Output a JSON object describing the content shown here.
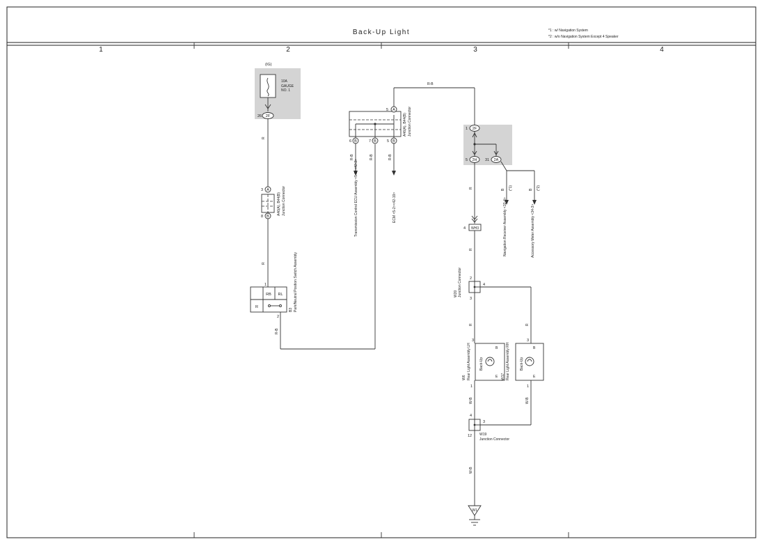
{
  "title": "Back-Up Light",
  "notes": [
    "*1 : w/ Navigation System",
    "*2 : w/o Navigation System Except 4 Speaker"
  ],
  "columns": [
    "1",
    "2",
    "3",
    "4"
  ],
  "fuse": {
    "supply": "(IG)",
    "rating": "10A",
    "name1": "GAUGE",
    "name2": "NO. 1",
    "pin": "26",
    "conn": "2F"
  },
  "jc_a46_left": {
    "pin_top": "3",
    "conn_top": "A",
    "pin_bottom": "8",
    "conn_bottom": "B",
    "label": "A46(A), B44(B)",
    "desc": "Junction Connector"
  },
  "switch_b3": {
    "id": "B3",
    "desc": "Park/Neutral Position Switch Assembly",
    "pin_top": "1",
    "pin_bottom": "2",
    "cells": [
      "RB",
      "RL",
      "R"
    ]
  },
  "jc_a46_right": {
    "label": "A46(A), B44(B)",
    "desc": "Junction Connector",
    "pin_top": "5",
    "conn_top": "A",
    "pins": [
      "6",
      "7",
      "5"
    ],
    "pin_conns": [
      "B",
      "B",
      "B"
    ]
  },
  "destinations": {
    "tcu": "Transmission Control ECU Assembly <5-2><42-3>",
    "ecm": "ECM <5-2><42-19>",
    "nav": "Navigation Receiver Assembly <32-4>",
    "meter": "Accessory Meter Assembly <34-3>"
  },
  "jb": {
    "pin_in": "1",
    "conn_in": "2F",
    "pin_out1": "5",
    "conn_out1": "2H",
    "pin_out2": "31",
    "conn_out2": "2A"
  },
  "wh3": {
    "pin": "4",
    "id": "WH3"
  },
  "w20": {
    "id": "W20",
    "desc": "Junction Connector",
    "pin_in": "2",
    "pin_out": "3",
    "pin_side": "4"
  },
  "lamp_lh": {
    "id": "W6",
    "desc": "Rear Light Assembly LH",
    "inner": "Back-Up",
    "pin_top": "3",
    "pin_bottom": "1",
    "b": "B",
    "e": "E"
  },
  "lamp_rh": {
    "id": "W17",
    "desc": "Rear Light Assembly RH",
    "inner": "Back-Up",
    "pin_top": "3",
    "pin_bottom": "1",
    "b": "B",
    "e": "E"
  },
  "w19": {
    "id": "W19",
    "desc": "Junction Connector",
    "pin_top": "4",
    "pin_bottom": "12",
    "pin_side": "3"
  },
  "ground": "W1",
  "wires": {
    "r": "R",
    "rb": "R-B",
    "b": "B",
    "wb": "W-B",
    "note1": "(*1)",
    "note2": "(*2)"
  }
}
